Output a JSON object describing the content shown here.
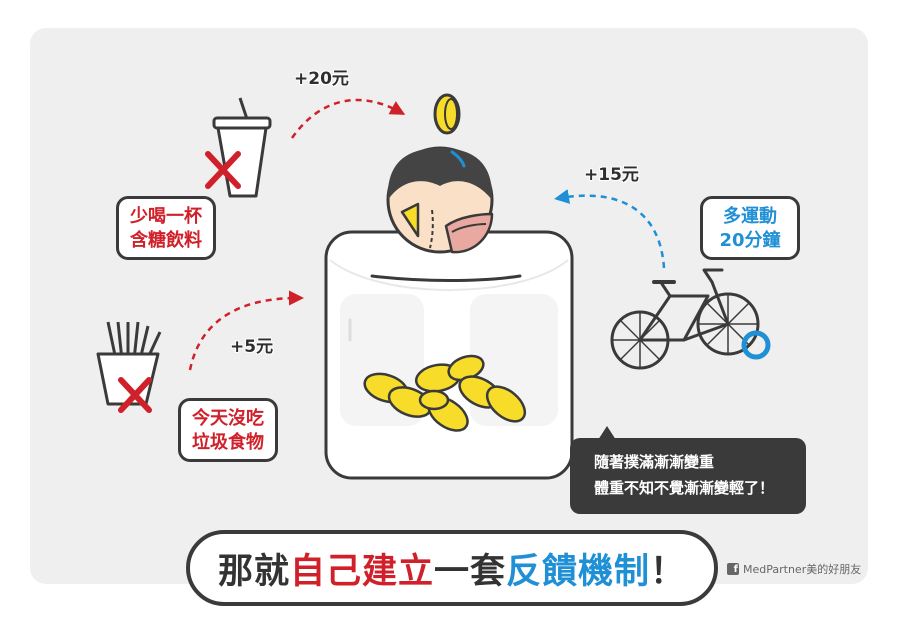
{
  "labels": {
    "drink": {
      "line1": "少喝一杯",
      "line2": "含糖飲料"
    },
    "junk": {
      "line1": "今天沒吃",
      "line2": "垃圾食物"
    },
    "exercise": {
      "line1": "多運動",
      "line2": "20分鐘"
    }
  },
  "bonuses": {
    "drink": "+20元",
    "junk": "+5元",
    "exercise": "+15元"
  },
  "speech": {
    "line1": "隨著撲滿漸漸變重",
    "line2": "體重不知不覺漸漸變輕了！"
  },
  "banner": {
    "part1": "那就",
    "part2": "自己建立",
    "part3": "一套",
    "part4": "反饋機制",
    "part5": "！"
  },
  "credit": {
    "icon": "f",
    "text": "MedPartner美的好朋友"
  },
  "colors": {
    "panel": "#efefef",
    "outline": "#3a3a3a",
    "red": "#d0212a",
    "blue": "#1f8fd6",
    "coin": "#f7dc2a",
    "skin": "#fbe0c8",
    "hair": "#444444"
  },
  "icons": [
    "cup-icon",
    "fries-icon",
    "bicycle-icon",
    "coin-icon",
    "piggy-bank-icon",
    "cross-mark-icon"
  ]
}
